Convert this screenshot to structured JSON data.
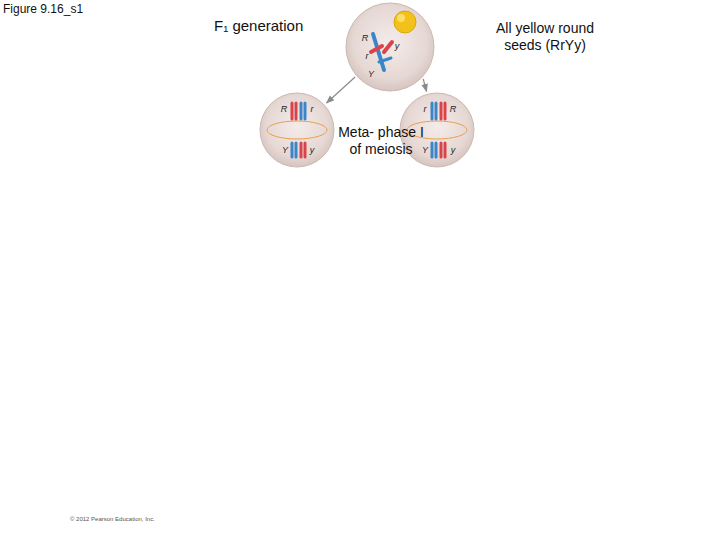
{
  "diagram": {
    "nodes": [
      {
        "text": [
          "R",
          "r",
          "y",
          "Y"
        ]
      },
      {
        "text": [
          "R",
          "r",
          "Y",
          "y"
        ]
      },
      {
        "text": [
          "r",
          "R",
          "Y",
          "y"
        ]
      }
    ],
    "edges": [
      {
        "from": 0,
        "to": 1,
        "arrow": "to"
      },
      {
        "from": 0,
        "to": 2,
        "arrow": "to"
      }
    ],
    "labels": [
      "Figure 9.16_s1",
      "F₁ generation",
      "All yellow round seeds (RrYy)",
      "Meta- phase I of meiosis",
      "© 2012 Pearson Education, Inc."
    ]
  }
}
